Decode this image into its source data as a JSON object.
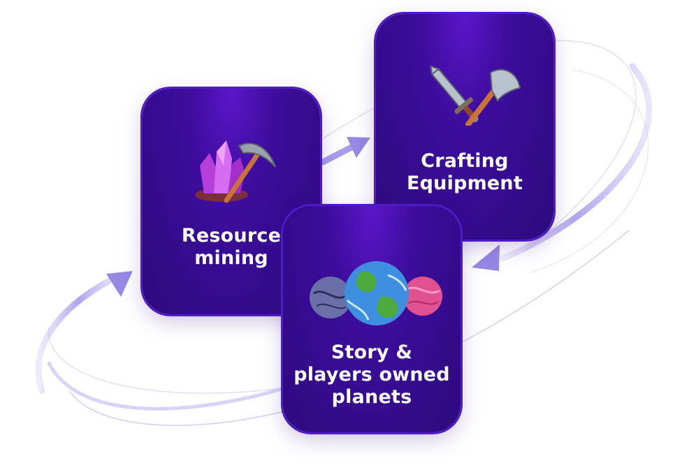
{
  "diagram": {
    "cards": [
      {
        "id": "resource-mining",
        "label": "Resource\nmining",
        "icon": "crystal-pickaxe-icon"
      },
      {
        "id": "crafting-equipment",
        "label": "Crafting\nEquipment",
        "icon": "sword-axe-icon"
      },
      {
        "id": "story-planets",
        "label": "Story &\nplayers owned\nplanets",
        "icon": "planets-icon"
      }
    ],
    "colors": {
      "card": "#3d0c9c",
      "card_border": "#4e1cc4",
      "arrow": "#9e90e8",
      "label": "#ffffff"
    }
  }
}
